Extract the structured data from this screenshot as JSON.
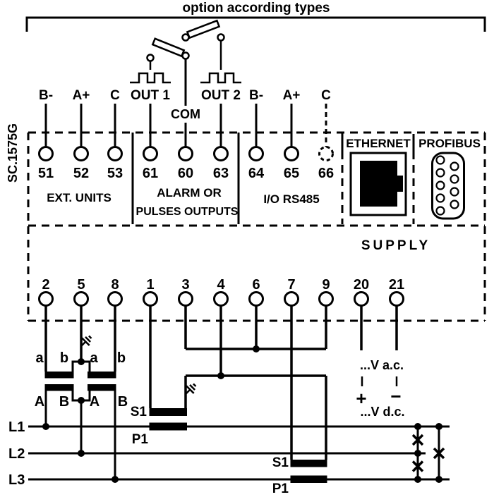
{
  "title": "option according types",
  "device": {
    "model": "SC.1575G"
  },
  "row1": {
    "labels": [
      "B-",
      "A+",
      "C",
      "OUT 1",
      "COM",
      "OUT 2",
      "B-",
      "A+",
      "C"
    ],
    "terminals": [
      "51",
      "52",
      "53",
      "61",
      "60",
      "63",
      "64",
      "65",
      "66"
    ]
  },
  "sections": {
    "ext_units": "EXT. UNITS",
    "alarm_line1": "ALARM OR",
    "alarm_line2": "PULSES OUTPUTS",
    "io_rs485": "I/O RS485",
    "ethernet": "ETHERNET",
    "profibus": "PROFIBUS",
    "supply": "SUPPLY"
  },
  "row2": {
    "terminals": [
      "2",
      "5",
      "8",
      "1",
      "3",
      "4",
      "6",
      "7",
      "9",
      "20",
      "21"
    ]
  },
  "transformers": {
    "vt_secondary": [
      "a",
      "b",
      "a",
      "b"
    ],
    "vt_primary": [
      "A",
      "B",
      "A",
      "B"
    ],
    "ct1": {
      "s1": "S1",
      "p1": "P1"
    },
    "ct2": {
      "s1": "S1",
      "p1": "P1"
    }
  },
  "phases": [
    "L1",
    "L2",
    "L3"
  ],
  "supply_notes": {
    "ac": "...V a.c.",
    "plus": "+",
    "minus": "−",
    "dc": "...V d.c."
  },
  "colors": {
    "ink": "#000000",
    "background": "#ffffff"
  }
}
